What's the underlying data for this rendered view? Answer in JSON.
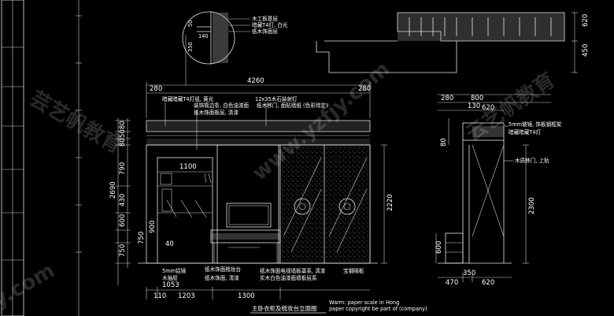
{
  "drawing": {
    "title": "主卧衣柜及梳妆台立面图",
    "scale_note_line1": "Warm: paper scale in Hong",
    "scale_note_line2": "paper copyright be part of (company)"
  },
  "watermarks": {
    "url_main": "www.yzfjy.com",
    "url_left": "jy.com",
    "brand": "芸艺帆教育",
    "brand_right": "云艺帆教育"
  },
  "callout": {
    "label_1": "木工板基层",
    "label_2": "暗藏T4灯, 白光",
    "label_3": "纸木饰面层",
    "dim_140": "140",
    "dim_350": "350",
    "dim_50": "50"
  },
  "top_plan": {
    "dim_620": "620",
    "dim_450": "450"
  },
  "main_elevation": {
    "dim_overall": "4260",
    "dim_left_280": "280",
    "dim_right_280": "280",
    "dim_1100": "1100",
    "dim_1300": "1300",
    "dim_1203": "1203",
    "dim_1053": "1053",
    "dim_110": "110",
    "dim_2220": "2220",
    "left_dims": [
      "80",
      "50",
      "80",
      "790",
      "2690",
      "430",
      "600",
      "750",
      "750",
      "40",
      "900"
    ],
    "notes_top": [
      "暗藏暗藏T4灯组, 黄光",
      "12x35木石装射灯",
      "装饰筒边条, 白色油漆面",
      "纸木饰面板层, 清漆",
      "纸木移门, 面贴墙纸 (色彩待定)"
    ],
    "notes_bottom": [
      "5mm铝镜",
      "纸木饰面梳妆台",
      "木抽屉",
      "纸木饰面, 清漆",
      "纸木饰面电视墙板罩系, 清漆",
      "实木白色油漆面墙板层系",
      "宝钢隔板"
    ]
  },
  "side_section": {
    "dim_280": "280",
    "dim_800": "800",
    "dim_130": "130",
    "dim_620": "620",
    "dim_80": "80",
    "dim_2300": "2300",
    "dim_600": "600",
    "dim_470": "470",
    "dim_350": "350",
    "dim_620b": "620",
    "notes": [
      "5mm玻镜, 饰板钢框架",
      "暗藏暗藏T4灯",
      "木质移门, 上轨"
    ]
  }
}
